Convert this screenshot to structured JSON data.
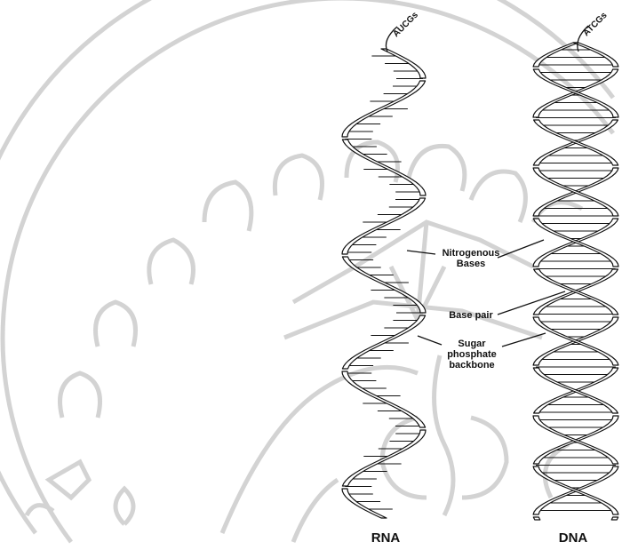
{
  "labels": {
    "rna_top": "AUCGs",
    "dna_top": "ATCGs",
    "nitrogenous_1": "Nitrogenous",
    "nitrogenous_2": "Bases",
    "base_pair": "Base pair",
    "sugar_1": "Sugar",
    "sugar_2": "phosphate",
    "sugar_3": "backbone",
    "rna": "RNA",
    "dna": "DNA"
  },
  "colors": {
    "ink": "#111111",
    "ribbon_fill": "#ffffff",
    "watermark": "#cfcfcf"
  }
}
